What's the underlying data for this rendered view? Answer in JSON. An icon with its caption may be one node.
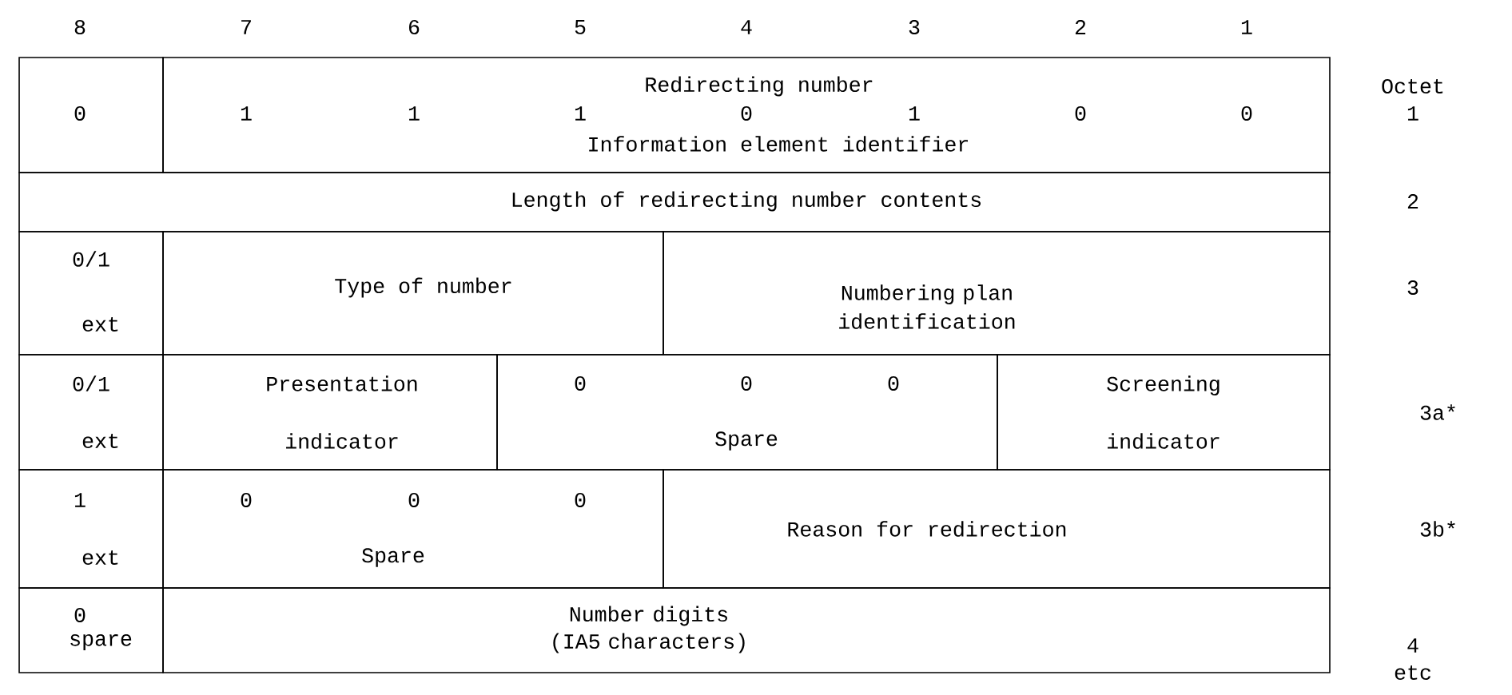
{
  "diagram": {
    "nodes": [
      {
        "text": [
          "0"
        ]
      },
      {
        "text": [
          "Redirecting number",
          "1",
          "1",
          "1",
          "0",
          "1",
          "0",
          "0",
          "Information element identifier"
        ]
      },
      {
        "text": [
          "Length of redirecting number contents"
        ]
      },
      {
        "text": [
          "0/1",
          "ext"
        ]
      },
      {
        "text": [
          "Type of number"
        ]
      },
      {
        "text": [
          "Numbering plan identification"
        ]
      },
      {
        "text": [
          "0/1",
          "ext"
        ]
      },
      {
        "text": [
          "Presentation indicator"
        ]
      },
      {
        "text": [
          "0",
          "0",
          "0",
          "Spare"
        ]
      },
      {
        "text": [
          "Screening indicator"
        ]
      },
      {
        "text": [
          "1",
          "ext"
        ]
      },
      {
        "text": [
          "0",
          "0",
          "0",
          "Spare"
        ]
      },
      {
        "text": [
          "Reason for redirection"
        ]
      },
      {
        "text": [
          "0",
          "spare"
        ]
      },
      {
        "text": [
          "Number digits (IA5 characters)"
        ]
      }
    ],
    "labels": [
      "8",
      "7",
      "6",
      "5",
      "4",
      "3",
      "2",
      "1",
      "Octet",
      "1",
      "2",
      "3",
      "3a*",
      "3b*",
      "4",
      "etc"
    ]
  }
}
